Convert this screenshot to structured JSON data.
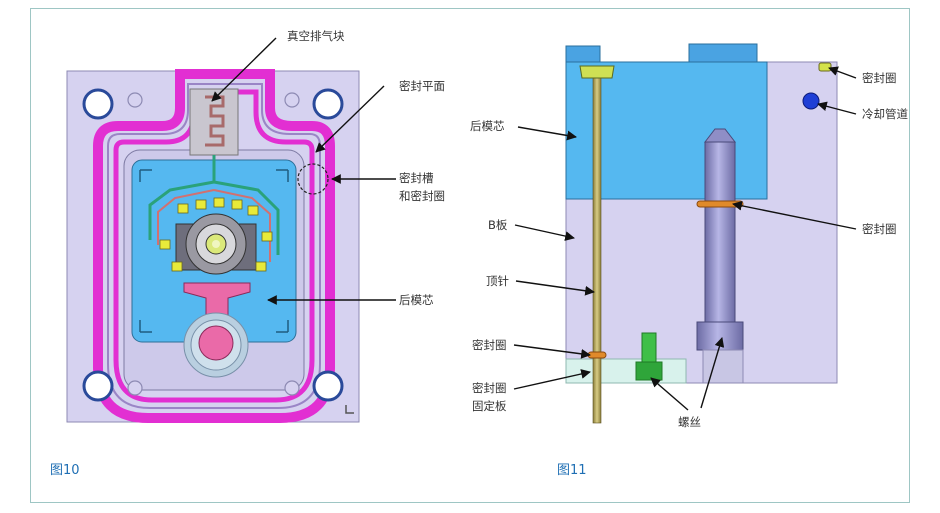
{
  "figure10": {
    "caption": "图10",
    "labels": {
      "vacuum_vent": "真空排气块",
      "seal_face": "密封平面",
      "seal_groove_line1": "密封槽",
      "seal_groove_line2": "和密封圈",
      "rear_core": "后模芯"
    }
  },
  "figure11": {
    "caption": "图11",
    "labels": {
      "rear_core": "后模芯",
      "b_plate": "B板",
      "ejector_pin": "顶针",
      "seal_ring_left": "密封圈",
      "seal_fixing_plate_line1": "密封圈",
      "seal_fixing_plate_line2": "固定板",
      "screw": "螺丝",
      "seal_ring_top": "密封圈",
      "cooling_channel": "冷却管道",
      "seal_ring_right": "密封圈"
    }
  },
  "colors": {
    "plate": "#d6d2f0",
    "core_blue": "#55b8f0",
    "magenta": "#e22fd2",
    "pink": "#ea6aa8",
    "caption": "#1f6fb4"
  }
}
